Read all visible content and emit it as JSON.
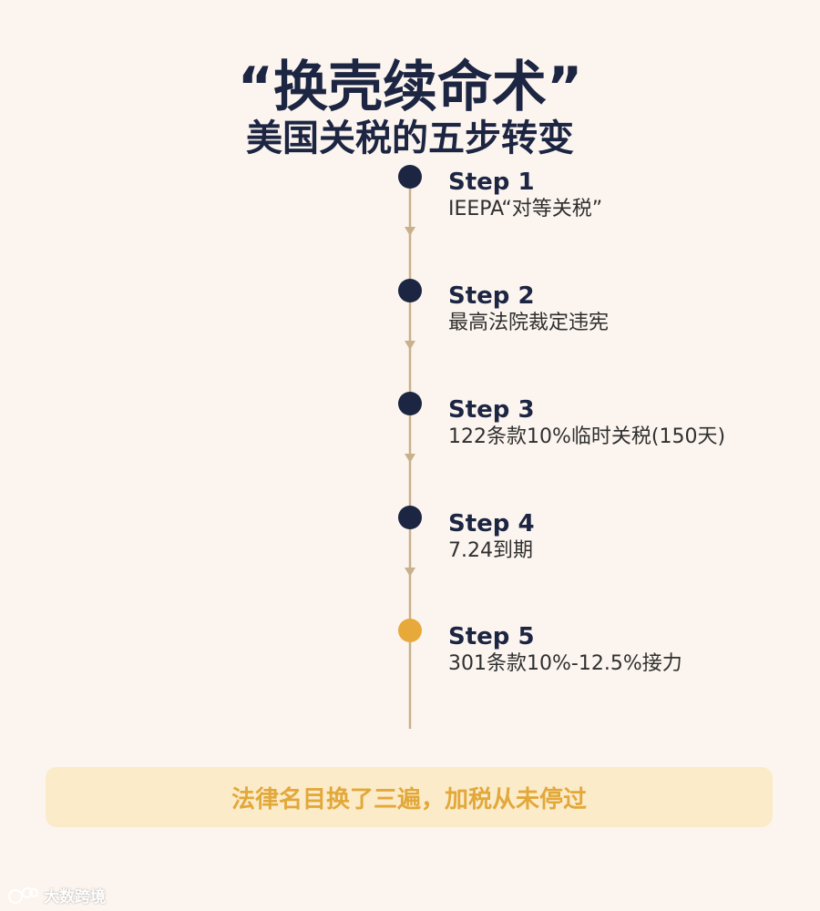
{
  "title": {
    "main": "“换壳续命术”",
    "sub": "美国关税的五步转变"
  },
  "colors": {
    "background": "#fcf5ef",
    "navy": "#1c2542",
    "gold": "#e8a93b",
    "line": "#c8b08a",
    "summary_bg": "#fcebc9",
    "summary_text": "#e2a83a"
  },
  "steps": [
    {
      "label": "Step 1",
      "desc": "IEEPA“对等关税”",
      "color": "navy"
    },
    {
      "label": "Step 2",
      "desc": "最高法院裁定违宪",
      "color": "navy"
    },
    {
      "label": "Step 3",
      "desc": "122条款10%临时关税(150天)",
      "color": "navy"
    },
    {
      "label": "Step 4",
      "desc": "7.24到期",
      "color": "navy"
    },
    {
      "label": "Step 5",
      "desc": "301条款10%-12.5%接力",
      "color": "gold"
    }
  ],
  "summary": "法律名目换了三遍，加税从未停过",
  "watermark": "大数跨境"
}
